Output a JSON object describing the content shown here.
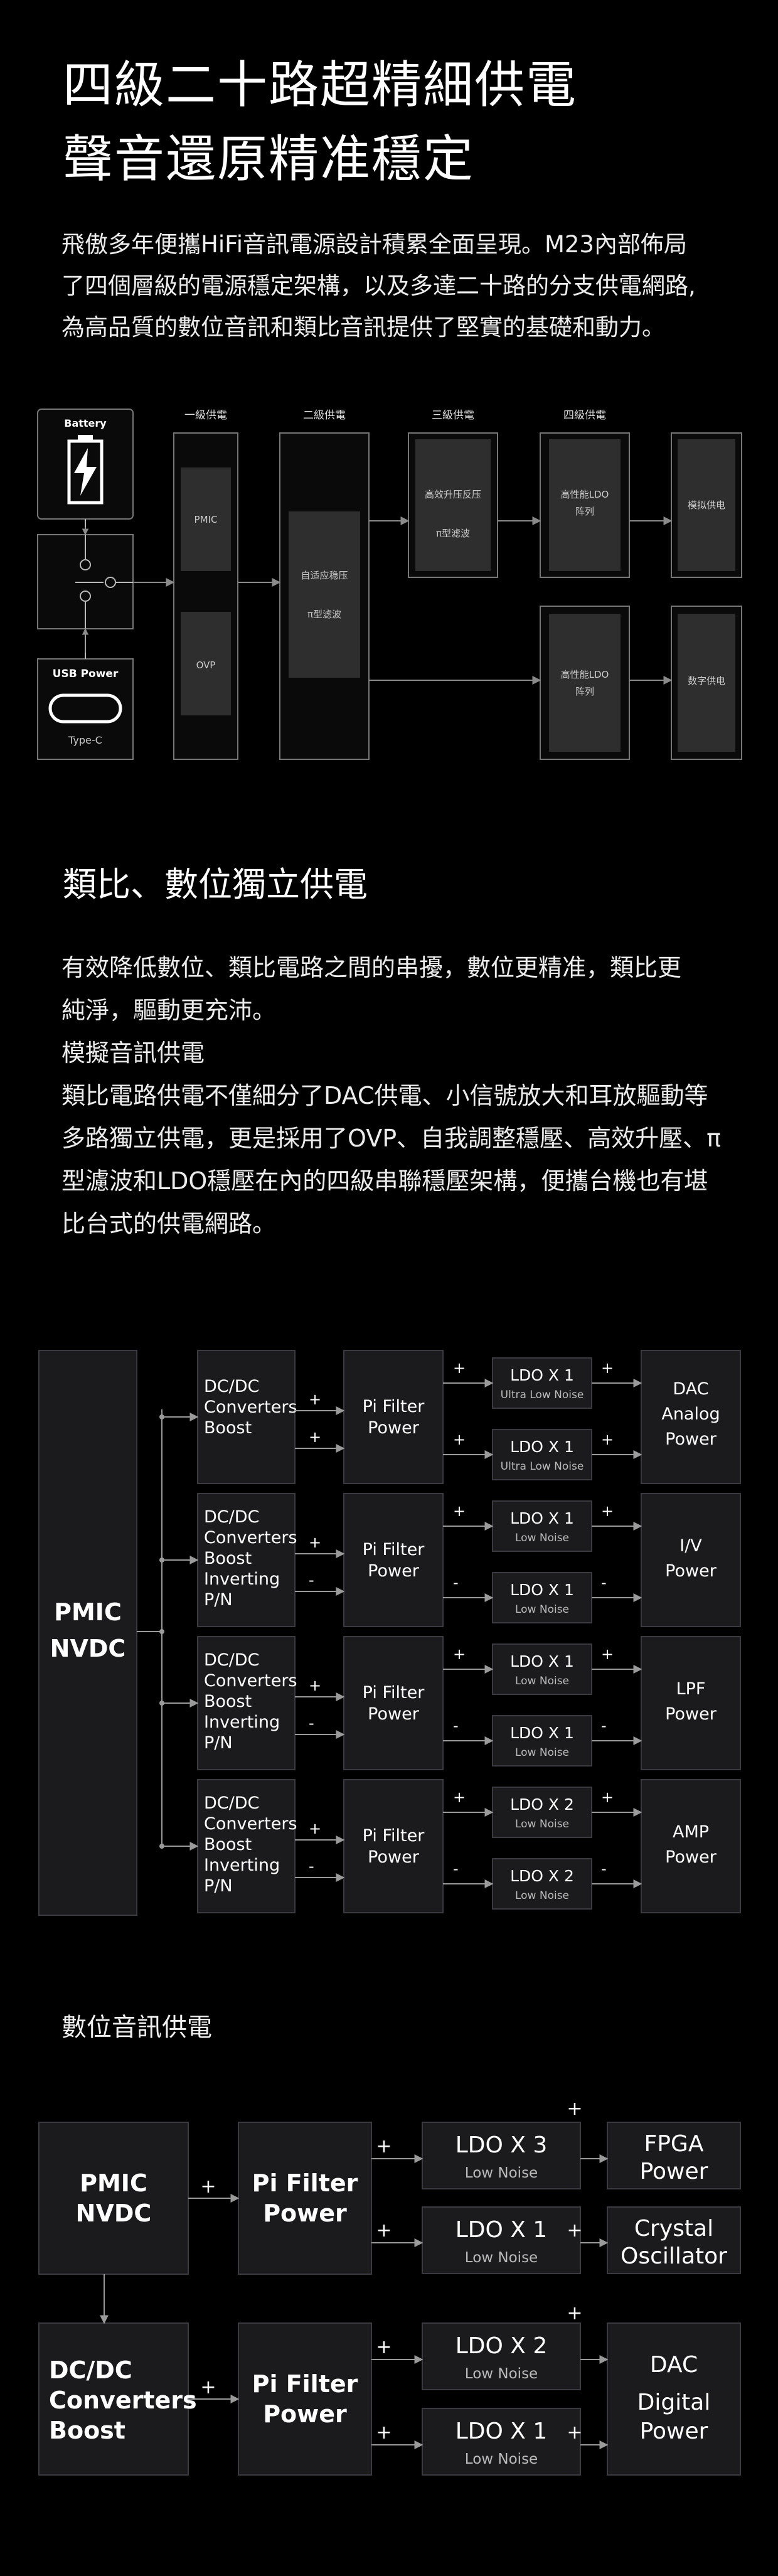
{
  "header": {
    "title_line1": "四級二十路超精細供電",
    "title_line2": "聲音還原精准穩定"
  },
  "intro": {
    "lines": [
      "飛傲多年便攜HiFi音訊電源設計積累全面呈現。M23內部佈局",
      "了四個層級的電源穩定架構，以及多達二十路的分支供電網路,",
      "為高品質的數位音訊和類比音訊提供了堅實的基礎和動力。"
    ]
  },
  "diagram1": {
    "levels": [
      "一級供電",
      "二級供電",
      "三級供電",
      "四級供電"
    ],
    "battery": "Battery",
    "usb_power": "USB Power",
    "type_c": "Type-C",
    "pmic": "PMIC",
    "ovp": "OVP",
    "adaptive_1": "自适应稳压",
    "adaptive_2": "π型滤波",
    "boost_1": "高效升压反压",
    "boost_2": "π型滤波",
    "ldo_1": "高性能LDO",
    "ldo_2": "阵列",
    "ldo_b_1": "高性能LDO",
    "ldo_b_2": "阵列",
    "analog_supply": "模拟供电",
    "digital_supply": "数字供电"
  },
  "section2": {
    "title": "類比、數位獨立供電",
    "lines": [
      "有效降低數位、類比電路之間的串擾，數位更精准，類比更",
      "純淨，驅動更充沛。",
      "模擬音訊供電",
      "類比電路供電不僅細分了DAC供電、小信號放大和耳放驅動等",
      "多路獨立供電，更是採用了OVP、自我調整穩壓、高效升壓、π",
      "型濾波和LDO穩壓在內的四級串聯穩壓架構，便攜台機也有堪",
      "比台式的供電網路。"
    ]
  },
  "diagram2": {
    "pmic": [
      "PMIC",
      "NVDC"
    ],
    "pi_filter": [
      "Pi Filter",
      "Power"
    ],
    "rows": [
      {
        "conv": [
          "DC/DC",
          "Converters",
          "Boost"
        ],
        "ldo_top": "LDO X 1",
        "ldo_top_sub": "Ultra Low Noise",
        "ldo_bot": "LDO X 1",
        "ldo_bot_sub": "Ultra Low Noise",
        "out": [
          "DAC",
          "Analog",
          "Power"
        ],
        "signs": [
          "+",
          "+",
          "+",
          "+"
        ]
      },
      {
        "conv": [
          "DC/DC",
          "Converters",
          "Boost",
          "Inverting",
          "P/N"
        ],
        "ldo_top": "LDO X 1",
        "ldo_top_sub": "Low Noise",
        "ldo_bot": "LDO X 1",
        "ldo_bot_sub": "Low Noise",
        "out": [
          "I/V",
          "Power"
        ],
        "signs": [
          "+",
          "-",
          "+",
          "-"
        ]
      },
      {
        "conv": [
          "DC/DC",
          "Converters",
          "Boost",
          "Inverting",
          "P/N"
        ],
        "ldo_top": "LDO X 1",
        "ldo_top_sub": "Low Noise",
        "ldo_bot": "LDO X 1",
        "ldo_bot_sub": "Low Noise",
        "out": [
          "LPF",
          "Power"
        ],
        "signs": [
          "+",
          "-",
          "+",
          "-"
        ]
      },
      {
        "conv": [
          "DC/DC",
          "Converters",
          "Boost",
          "Inverting",
          "P/N"
        ],
        "ldo_top": "LDO X 2",
        "ldo_top_sub": "Low Noise",
        "ldo_bot": "LDO X 2",
        "ldo_bot_sub": "Low Noise",
        "out": [
          "AMP",
          "Power"
        ],
        "signs": [
          "+",
          "-",
          "+",
          "-"
        ]
      }
    ]
  },
  "section3": {
    "title": "數位音訊供電"
  },
  "diagram3": {
    "pmic": [
      "PMIC",
      "NVDC"
    ],
    "boost": [
      "DC/DC",
      "Converters",
      "Boost"
    ],
    "pi_filter": [
      "Pi Filter",
      "Power"
    ],
    "ldo1": "LDO X 3",
    "ldo1_sub": "Low Noise",
    "ldo2": "LDO X 1",
    "ldo2_sub": "Low Noise",
    "ldo3": "LDO X 2",
    "ldo3_sub": "Low Noise",
    "ldo4": "LDO X 1",
    "ldo4_sub": "Low Noise",
    "fpga": [
      "FPGA",
      "Power"
    ],
    "crystal": [
      "Crystal",
      "Oscillator"
    ],
    "dac": [
      "DAC",
      "Digital",
      "Power"
    ],
    "plus": "+"
  }
}
